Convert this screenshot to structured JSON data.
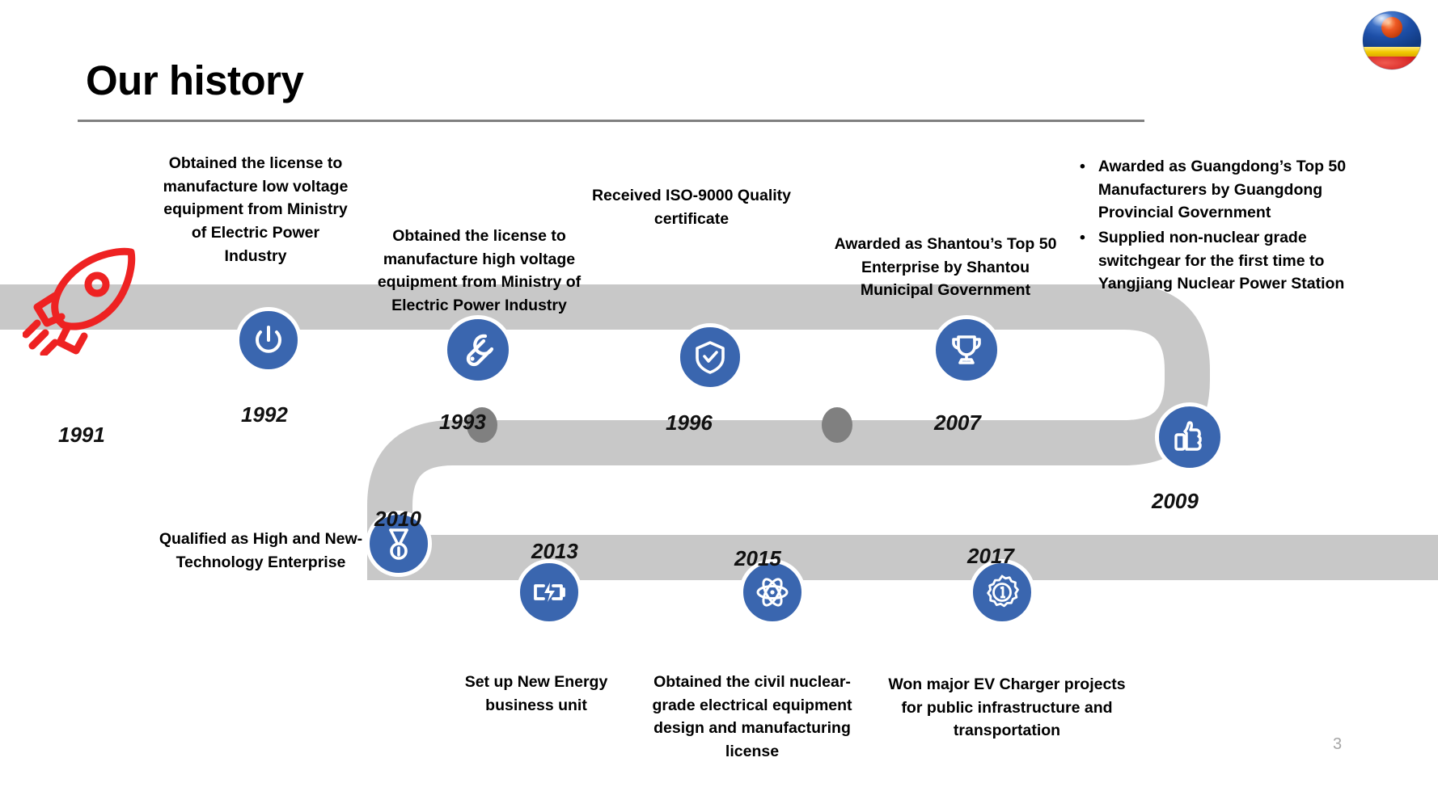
{
  "slide": {
    "title": "Our history",
    "page_number": "3",
    "accent_color": "#3a66af",
    "path_color": "#c8c8c8",
    "rocket_color": "#ee2222",
    "dot_color": "#808080"
  },
  "logo": {
    "name": "company-sphere-logo",
    "colors": {
      "top": "#1d4fa8",
      "dot": "#ef5a24",
      "band": "#f2c800",
      "bottom": "#d41f1f"
    }
  },
  "milestones": [
    {
      "year": "1991",
      "icon": "rocket-icon",
      "text": ""
    },
    {
      "year": "1992",
      "icon": "power-icon",
      "text": "Obtained the license to manufacture low voltage equipment from Ministry of Electric Power Industry"
    },
    {
      "year": "1993",
      "icon": "wrench-icon",
      "text": "Obtained the license to manufacture high voltage equipment from Ministry of Electric Power Industry"
    },
    {
      "year": "1996",
      "icon": "shield-check-icon",
      "text": "Received ISO-9000 Quality certificate"
    },
    {
      "year": "2007",
      "icon": "trophy-icon",
      "text": "Awarded as Shantou’s Top 50 Enterprise by Shantou Municipal Government"
    },
    {
      "year": "2009",
      "icon": "thumbs-up-icon",
      "bullets": [
        "Awarded as Guangdong’s Top 50 Manufacturers by Guangdong Provincial Government",
        "Supplied non-nuclear grade switchgear for the first time to Yangjiang Nuclear Power Station"
      ]
    },
    {
      "year": "2010",
      "icon": "medal-icon",
      "text": "Qualified as High and New-Technology Enterprise"
    },
    {
      "year": "2013",
      "icon": "battery-charging-icon",
      "text": "Set up New Energy business unit"
    },
    {
      "year": "2015",
      "icon": "atom-icon",
      "text": "Obtained the civil nuclear-grade electrical equipment design and manufacturing license"
    },
    {
      "year": "2017",
      "icon": "award-badge-icon",
      "text": "Won major EV Charger projects for public infrastructure and transportation"
    }
  ]
}
